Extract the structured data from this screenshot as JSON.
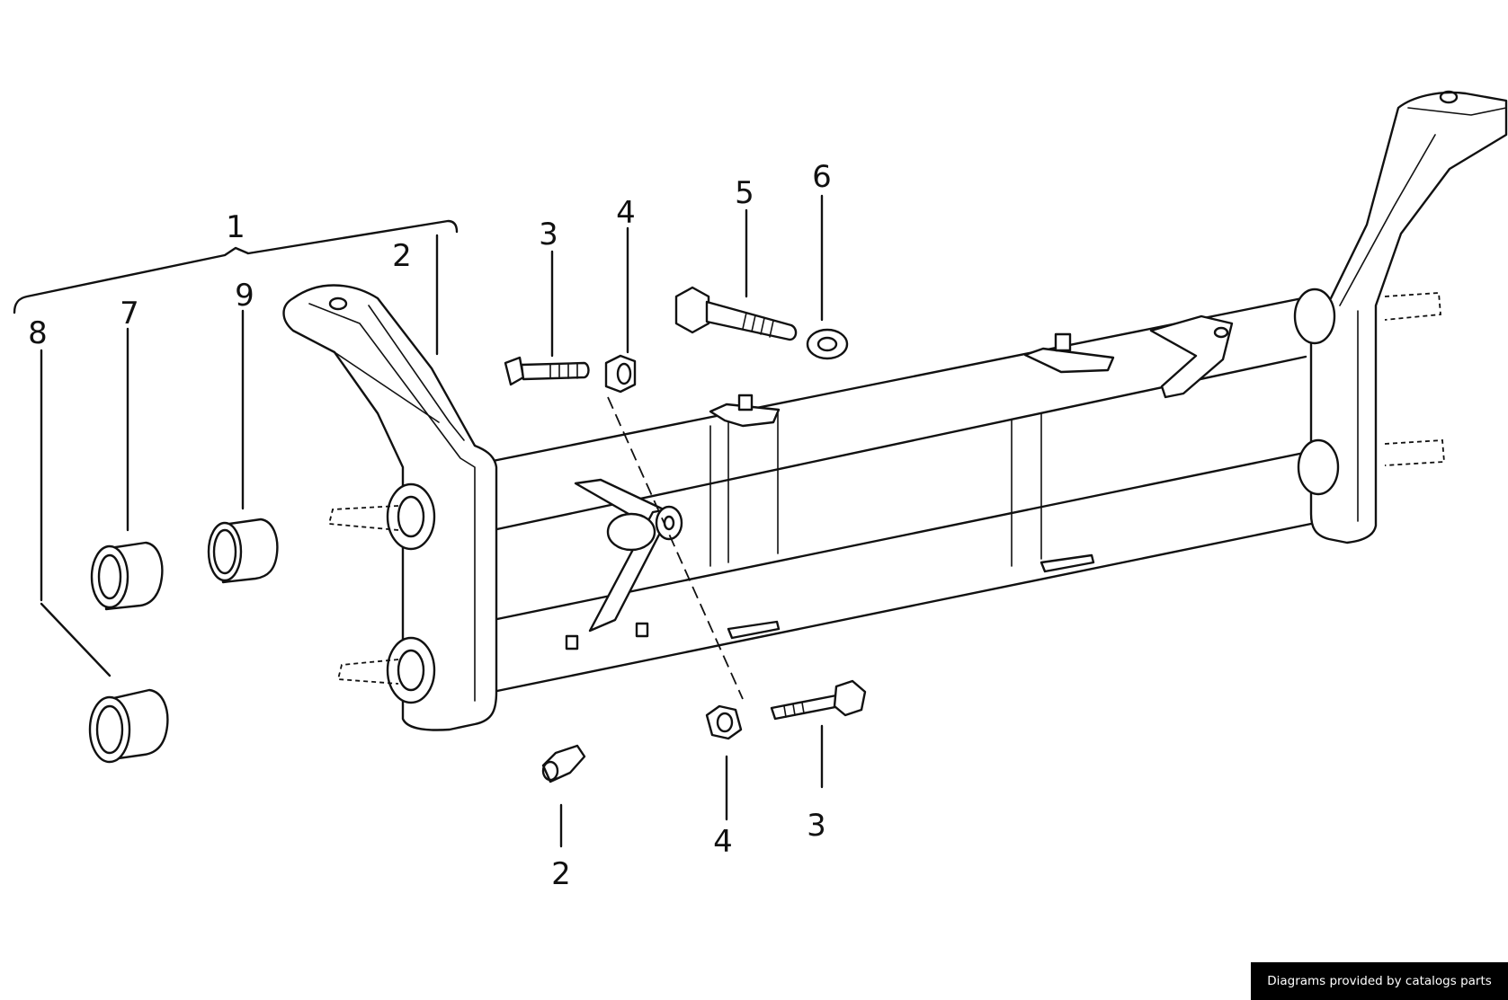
{
  "diagram": {
    "callouts": {
      "c1": "1",
      "c2_top": "2",
      "c2_bottom": "2",
      "c3_top": "3",
      "c3_bottom": "3",
      "c4_top": "4",
      "c4_bottom": "4",
      "c5": "5",
      "c6": "6",
      "c7": "7",
      "c8": "8",
      "c9": "9"
    }
  },
  "watermark": {
    "text": "Diagrams provided by catalogs parts"
  },
  "colors": {
    "line": "#111111",
    "background": "#ffffff",
    "watermark_bg": "#000000",
    "watermark_text": "#ffffff"
  }
}
